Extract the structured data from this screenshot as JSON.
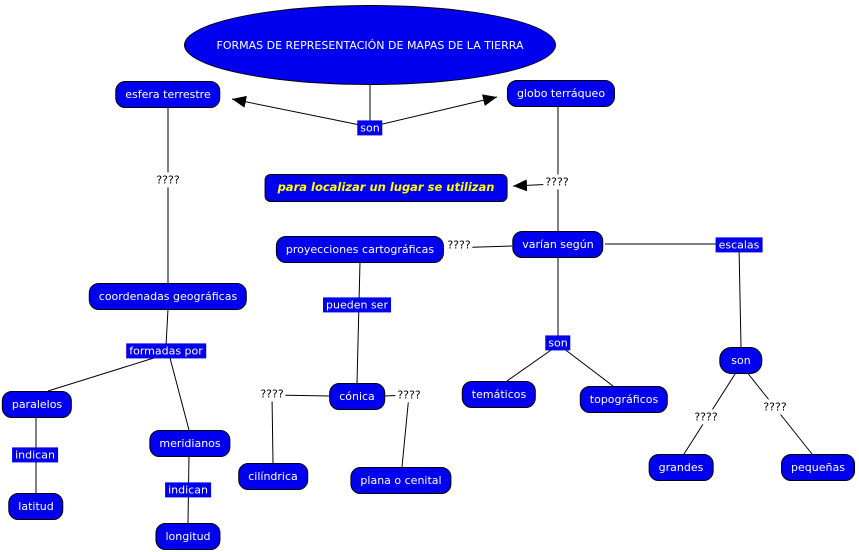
{
  "diagram": {
    "title": "FORMAS DE REPRESENTACIÓN DE MAPAS DE LA TIERRA",
    "nodes": {
      "esfera_terrestre": "esfera terrestre",
      "globo_terraqueo": "globo terráqueo",
      "para_localizar": "para localizar un lugar se utilizan",
      "coordenadas_geograficas": "coordenadas geográficas",
      "paralelos": "paralelos",
      "meridianos": "meridianos",
      "latitud": "latitud",
      "longitud": "longitud",
      "proyecciones_cartograficas": "proyecciones cartográficas",
      "varian_segun": "varían según",
      "conica": "cónica",
      "cilindrica": "cilíndrica",
      "plana_o_cenital": "plana o cenital",
      "tematicos": "temáticos",
      "topograficos": "topográficos",
      "son_escalas": "son",
      "grandes": "grandes",
      "pequenas": "pequeñas"
    },
    "link_labels": {
      "son_top": "son",
      "q_esfera": "????",
      "q_globo": "????",
      "q_proyecciones": "????",
      "escalas": "escalas",
      "formadas_por": "formadas por",
      "indican_paralelos": "indican",
      "indican_meridianos": "indican",
      "pueden_ser": "pueden ser",
      "son_varian": "son",
      "q_conica_izq": "????",
      "q_conica_der": "????",
      "q_grandes": "????",
      "q_pequenas": "????"
    },
    "edges": [
      {
        "from": "FORMAS DE REPRESENTACIÓN DE MAPAS DE LA TIERRA",
        "label": "son",
        "to": "esfera terrestre"
      },
      {
        "from": "FORMAS DE REPRESENTACIÓN DE MAPAS DE LA TIERRA",
        "label": "son",
        "to": "globo terráqueo"
      },
      {
        "from": "esfera terrestre",
        "label": "????",
        "to": "coordenadas geográficas"
      },
      {
        "from": "globo terráqueo",
        "label": "????",
        "to": "varían según"
      },
      {
        "from": "globo terráqueo",
        "label": "????",
        "to": "para localizar un lugar se utilizan"
      },
      {
        "from": "coordenadas geográficas",
        "label": "formadas por",
        "to": "paralelos"
      },
      {
        "from": "coordenadas geográficas",
        "label": "formadas por",
        "to": "meridianos"
      },
      {
        "from": "paralelos",
        "label": "indican",
        "to": "latitud"
      },
      {
        "from": "meridianos",
        "label": "indican",
        "to": "longitud"
      },
      {
        "from": "varían según",
        "label": "????",
        "to": "proyecciones cartográficas"
      },
      {
        "from": "proyecciones cartográficas",
        "label": "pueden ser",
        "to": "cónica"
      },
      {
        "from": "cónica",
        "label": "????",
        "to": "cilíndrica"
      },
      {
        "from": "cónica",
        "label": "????",
        "to": "plana o cenital"
      },
      {
        "from": "varían según",
        "label": "son",
        "to": "temáticos"
      },
      {
        "from": "varían según",
        "label": "son",
        "to": "topográficos"
      },
      {
        "from": "varían según",
        "label": "escalas",
        "to": "son"
      },
      {
        "from": "son",
        "label": "????",
        "to": "grandes"
      },
      {
        "from": "son",
        "label": "????",
        "to": "pequeñas"
      }
    ],
    "colors": {
      "node_fill": "#0000ee",
      "node_border": "#000000",
      "node_text": "#ffffff",
      "callout_text": "#ffff00",
      "connector": "#000000",
      "background": "#ffffff"
    }
  }
}
